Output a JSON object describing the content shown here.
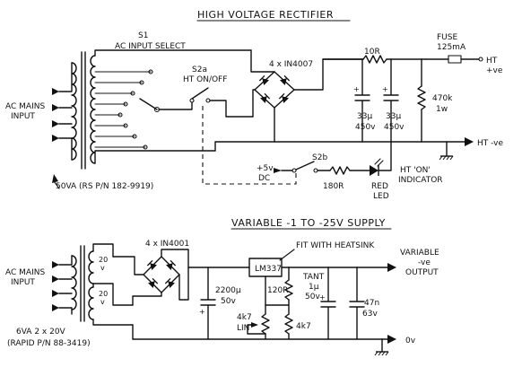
{
  "top": {
    "title": "HIGH VOLTAGE RECTIFIER",
    "s1_id": "S1",
    "s1_name": "AC INPUT SELECT",
    "s2a_id": "S2a",
    "s2a_name": "HT ON/OFF",
    "bridge": "4 x IN4007",
    "resistor_10r": "10R",
    "fuse_label": "FUSE",
    "fuse_value": "125mA",
    "ht_pos_1": "HT",
    "ht_pos_2": "+ve",
    "ht_neg": "HT -ve",
    "mains_1": "AC MAINS",
    "mains_2": "INPUT",
    "cap1_value": "33µ",
    "cap1_voltage": "450v",
    "cap2_value": "33µ",
    "cap2_voltage": "450v",
    "bleeder_value": "470k",
    "bleeder_power": "1w",
    "transformer": "50VA (RS P/N 182-9919)",
    "s2b_id": "S2b",
    "dc_1": "+5v",
    "dc_2": "DC",
    "led_resistor": "180R",
    "led_1": "RED",
    "led_2": "LED",
    "indicator_1": "HT 'ON'",
    "indicator_2": "INDICATOR"
  },
  "bottom": {
    "title": "VARIABLE -1 TO -25V SUPPLY",
    "bridge": "4 x IN4001",
    "heatsink_note": "FIT WITH HEATSINK",
    "regulator": "LM337",
    "output_1": "VARIABLE",
    "output_2": "-ve",
    "output_3": "OUTPUT",
    "mains_1": "AC MAINS",
    "mains_2": "INPUT",
    "sec_1": "20",
    "sec_2": "v",
    "sec_3": "20",
    "sec_4": "v",
    "cap_main_value": "2200µ",
    "cap_main_voltage": "50v",
    "r_adj": "120R",
    "tant_1": "TANT",
    "tant_2": "1µ",
    "tant_3": "50v",
    "cap_out_value": "47n",
    "cap_out_voltage": "63v",
    "pot_value": "4k7",
    "pot_type": "LIN",
    "r_4k7": "4k7",
    "zero_volt": "0v",
    "transformer_1": "6VA 2 x 20V",
    "transformer_2": "(RAPID P/N 88-3419)"
  }
}
